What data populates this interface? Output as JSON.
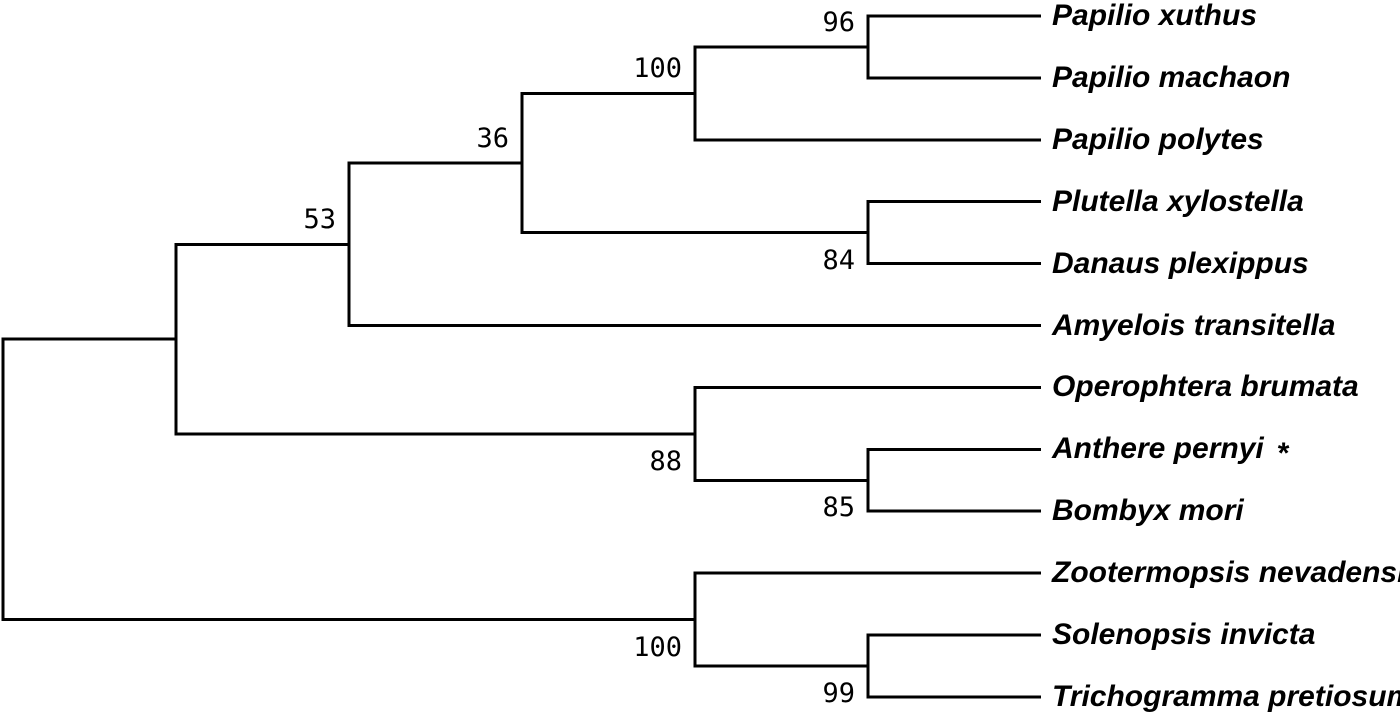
{
  "figure": {
    "type": "phylogenetic-tree-cladogram",
    "background_color": "#ffffff",
    "line_color": "#000000",
    "text_color": "#000000"
  },
  "tree": {
    "tips": [
      {
        "name": "Papilio xuthus"
      },
      {
        "name": "Papilio machaon"
      },
      {
        "name": "Papilio polytes"
      },
      {
        "name": "Plutella xylostella"
      },
      {
        "name": "Danaus plexippus"
      },
      {
        "name": "Amyelois transitella"
      },
      {
        "name": "Operophtera brumata"
      },
      {
        "name": "Anthere pernyi",
        "marker": "*"
      },
      {
        "name": "Bombyx mori"
      },
      {
        "name": "Zootermopsis nevadensis"
      },
      {
        "name": "Solenopsis invicta"
      },
      {
        "name": "Trichogramma pretiosum"
      }
    ],
    "root": {
      "children": [
        {
          "children": [
            {
              "bootstrap": "53",
              "children": [
                {
                  "bootstrap": "36",
                  "children": [
                    {
                      "bootstrap": "100",
                      "children": [
                        {
                          "bootstrap": "96",
                          "children": [
                            {
                              "tip": 0
                            },
                            {
                              "tip": 1
                            }
                          ]
                        },
                        {
                          "tip": 2
                        }
                      ]
                    },
                    {
                      "bootstrap": "84",
                      "children": [
                        {
                          "tip": 3
                        },
                        {
                          "tip": 4
                        }
                      ]
                    }
                  ]
                },
                {
                  "tip": 5
                }
              ]
            },
            {
              "bootstrap": "88",
              "children": [
                {
                  "tip": 6
                },
                {
                  "bootstrap": "85",
                  "children": [
                    {
                      "tip": 7
                    },
                    {
                      "tip": 8
                    }
                  ]
                }
              ]
            }
          ]
        },
        {
          "bootstrap": "100",
          "children": [
            {
              "tip": 9
            },
            {
              "bootstrap": "99",
              "children": [
                {
                  "tip": 10
                },
                {
                  "tip": 11
                }
              ]
            }
          ]
        }
      ]
    }
  }
}
